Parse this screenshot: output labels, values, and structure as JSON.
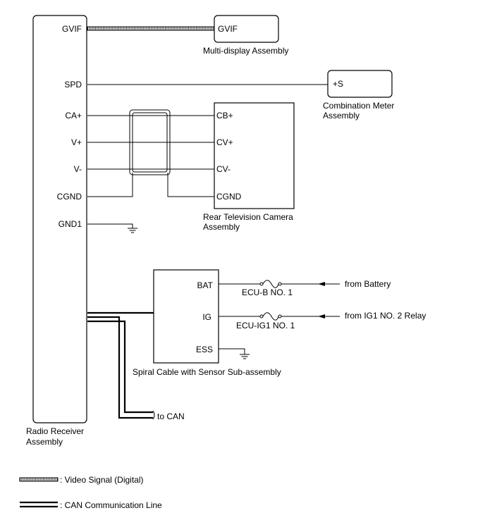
{
  "radio_receiver": {
    "name_line1": "Radio Receiver",
    "name_line2": "Assembly",
    "pins": [
      "GVIF",
      "SPD",
      "CA+",
      "V+",
      "V-",
      "CGND",
      "GND1"
    ]
  },
  "multi_display": {
    "pin": "GVIF",
    "name": "Multi-display Assembly"
  },
  "combination_meter": {
    "pin": "+S",
    "name_line1": "Combination Meter",
    "name_line2": "Assembly"
  },
  "rear_camera": {
    "pins": [
      "CB+",
      "CV+",
      "CV-",
      "CGND"
    ],
    "name_line1": "Rear Television Camera",
    "name_line2": "Assembly"
  },
  "spiral_cable": {
    "pins": [
      "BAT",
      "IG",
      "ESS"
    ],
    "name": "Spiral Cable with Sensor Sub-assembly"
  },
  "fuses": {
    "ecu_b": "ECU-B NO. 1",
    "ecu_ig1": "ECU-IG1 NO. 1"
  },
  "sources": {
    "battery": "from Battery",
    "ig1_relay": "from IG1 NO. 2 Relay"
  },
  "can_label": "to CAN",
  "legend": {
    "video": ": Video Signal (Digital)",
    "can": ": CAN Communication Line"
  }
}
